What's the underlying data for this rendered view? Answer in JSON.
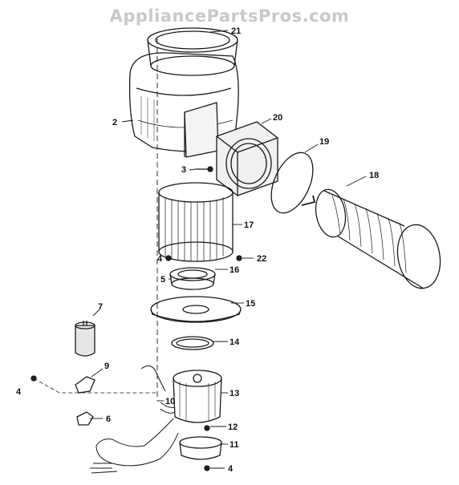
{
  "watermark": "AppliancePartsPros.com",
  "callouts": [
    {
      "id": "21",
      "label": "21"
    },
    {
      "id": "2a",
      "label": "2"
    },
    {
      "id": "20",
      "label": "20"
    },
    {
      "id": "19",
      "label": "19"
    },
    {
      "id": "18",
      "label": "18"
    },
    {
      "id": "3",
      "label": "3"
    },
    {
      "id": "17",
      "label": "17"
    },
    {
      "id": "4a",
      "label": "4"
    },
    {
      "id": "22",
      "label": "22"
    },
    {
      "id": "16",
      "label": "16"
    },
    {
      "id": "5",
      "label": "5"
    },
    {
      "id": "15",
      "label": "15"
    },
    {
      "id": "7",
      "label": "7"
    },
    {
      "id": "14",
      "label": "14"
    },
    {
      "id": "9",
      "label": "9"
    },
    {
      "id": "4b",
      "label": "4"
    },
    {
      "id": "13",
      "label": "13"
    },
    {
      "id": "10",
      "label": "10"
    },
    {
      "id": "6",
      "label": "6"
    },
    {
      "id": "12",
      "label": "12"
    },
    {
      "id": "11",
      "label": "11"
    },
    {
      "id": "4c",
      "label": "4"
    }
  ]
}
